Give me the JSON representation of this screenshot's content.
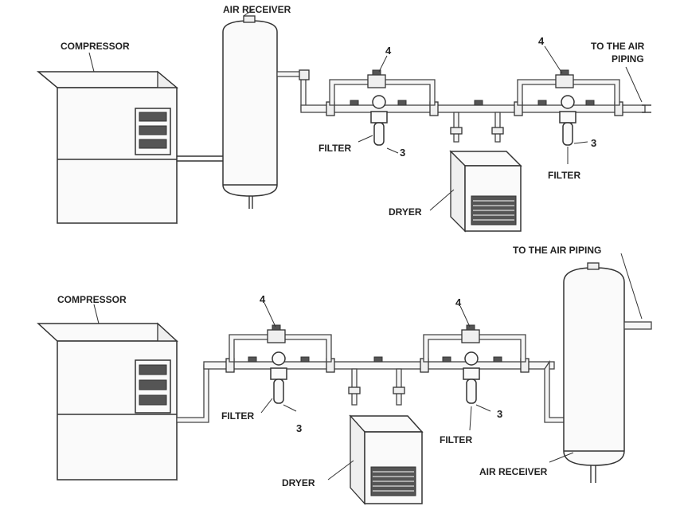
{
  "top_system": {
    "air_receiver": "AIR RECEIVER",
    "compressor": "COMPRESSOR",
    "to_air_piping_line1": "TO THE AIR",
    "to_air_piping_line2": "PIPING",
    "filter_left": "FILTER",
    "filter_right": "FILTER",
    "dryer": "DRYER",
    "num_valve_left": "4",
    "num_valve_right": "4",
    "num_filter_left": "3",
    "num_filter_right": "3"
  },
  "bottom_system": {
    "compressor": "COMPRESSOR",
    "to_air_piping": "TO THE AIR PIPING",
    "filter_left": "FILTER",
    "filter_right": "FILTER",
    "dryer": "DRYER",
    "air_receiver": "AIR RECEIVER",
    "num_valve_left": "4",
    "num_valve_right": "4",
    "num_filter_left": "3",
    "num_filter_right": "3"
  }
}
